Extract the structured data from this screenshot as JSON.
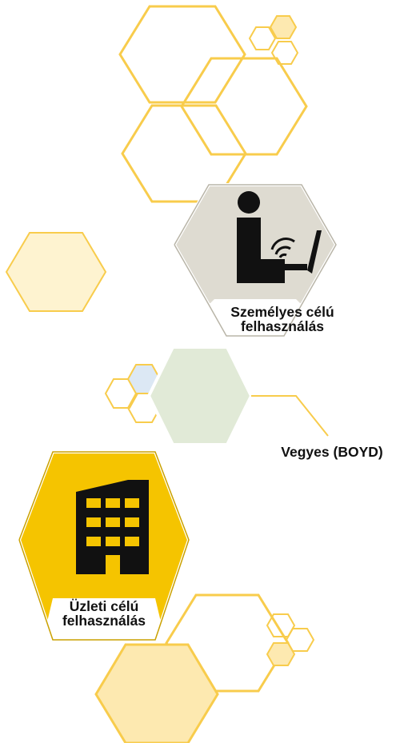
{
  "diagram": {
    "nodes": [
      {
        "id": "personal",
        "lines": [
          "Személyes célú",
          "felhasználás"
        ],
        "icon": "person-laptop-wifi-icon"
      },
      {
        "id": "mixed",
        "lines": [
          "Vegyes (BOYD)"
        ]
      },
      {
        "id": "business",
        "lines": [
          "Üzleti célú",
          "felhasználás"
        ],
        "icon": "office-building-icon"
      }
    ]
  },
  "colors": {
    "outline": "#f8cc4c",
    "personal_fill": "#dedbd1",
    "mixed_fill": "#e1ead7",
    "business_fill": "#f5c400",
    "pale_fill": "#fde9b0",
    "light_fill": "#fef4d4",
    "text": "#111111",
    "icon": "#111111"
  }
}
